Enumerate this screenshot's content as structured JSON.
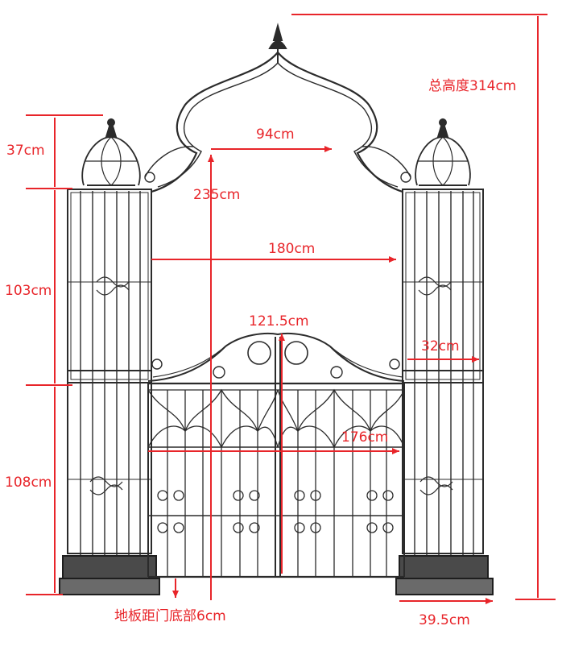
{
  "colors": {
    "dimension": "#e8252a",
    "iron": "#2b2b2b",
    "background": "#ffffff"
  },
  "labels": {
    "total_height": "总高度314cm",
    "arch_width": "94cm",
    "arch_height": "235cm",
    "inner_width": "180cm",
    "gate_height": "121.5cm",
    "post_depth": "32cm",
    "gate_width": "176cm",
    "finial_height": "37cm",
    "upper_post_height": "103cm",
    "lower_post_height": "108cm",
    "floor_gap": "地板距门底部6cm",
    "base_width": "39.5cm"
  }
}
